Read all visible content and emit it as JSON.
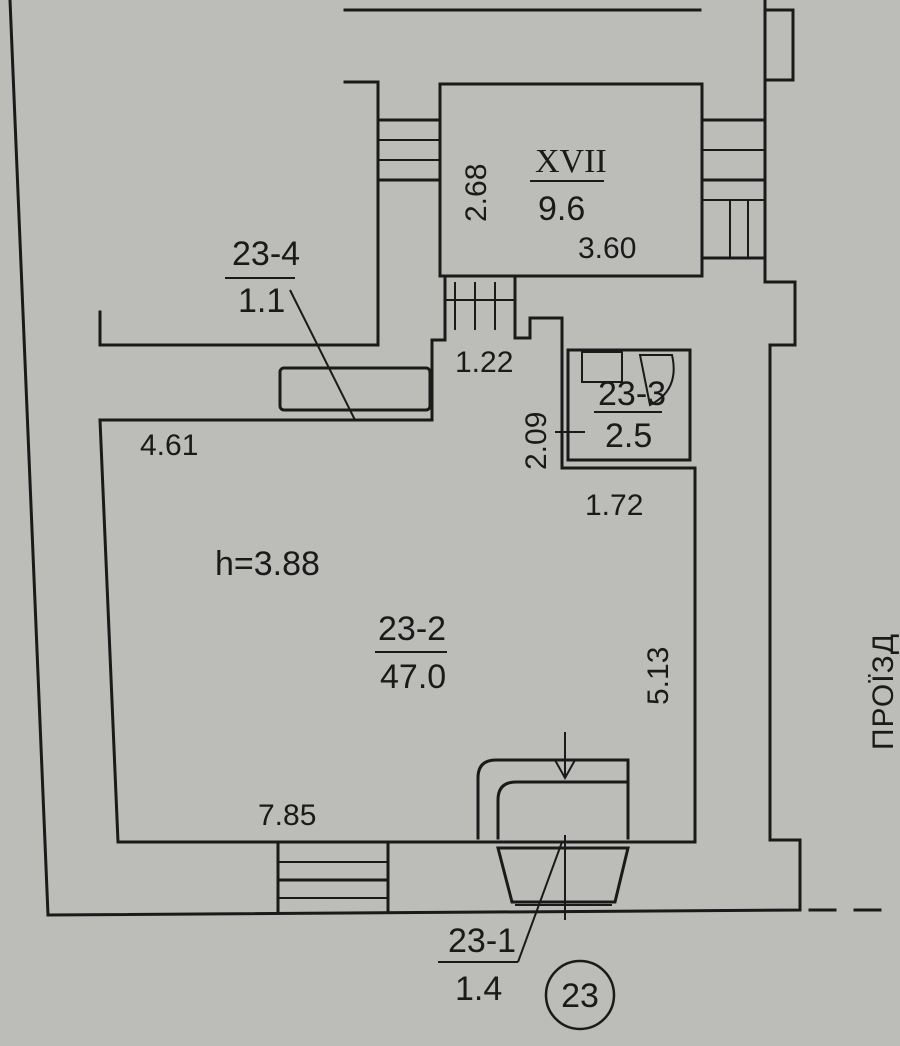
{
  "rooms": {
    "main": {
      "id": "23-2",
      "area": "47.0",
      "height": "h=3.88"
    },
    "storage": {
      "id": "23-4",
      "area": "1.1"
    },
    "wc": {
      "id": "23-3",
      "area": "2.5"
    },
    "vestibule": {
      "id": "23-1",
      "area": "1.4"
    },
    "stair_room": {
      "id": "XVII",
      "area": "9.6"
    }
  },
  "dimensions": {
    "main_top": "4.61",
    "main_bottom": "7.85",
    "main_right": "5.13",
    "corridor_width": "1.22",
    "corridor_length": "2.09",
    "wc_bottom": "1.72",
    "stair_height": "2.68",
    "stair_width": "3.60"
  },
  "unit_number": "23",
  "street_label": "ПРОЇЗД"
}
